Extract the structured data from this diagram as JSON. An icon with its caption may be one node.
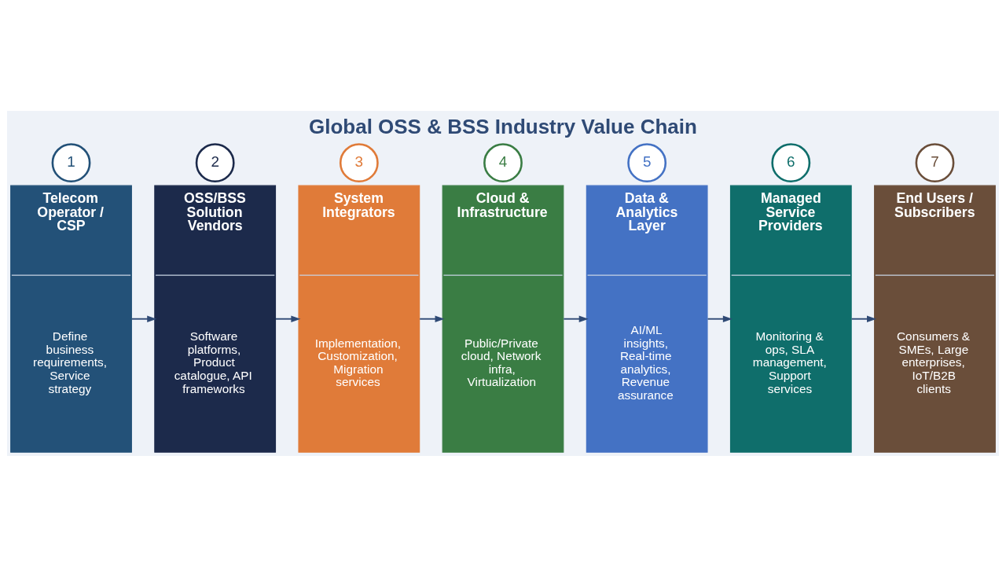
{
  "diagram": {
    "title": "Global OSS & BSS Industry Value Chain",
    "nodes": [
      {
        "text": [
          "1"
        ]
      },
      {
        "text": [
          "Telecom Operator / CSP",
          "Define business requirements, Service strategy"
        ]
      },
      {
        "text": [
          "2"
        ]
      },
      {
        "text": [
          "OSS/BSS Solution Vendors",
          "Software platforms, Product catalogue, API frameworks"
        ]
      },
      {
        "text": [
          "3"
        ]
      },
      {
        "text": [
          "System Integrators",
          "Implementation, Customization, Migration services"
        ]
      },
      {
        "text": [
          "4"
        ]
      },
      {
        "text": [
          "Cloud & Infrastructure",
          "Public/Private cloud, Network infra, Virtualization"
        ]
      },
      {
        "text": [
          "5"
        ]
      },
      {
        "text": [
          "Data & Analytics Layer",
          "AI/ML insights, Real-time analytics, Revenue assurance"
        ]
      },
      {
        "text": [
          "6"
        ]
      },
      {
        "text": [
          "Managed Service Providers",
          "Monitoring & ops, SLA management, Support services"
        ]
      },
      {
        "text": [
          "7"
        ]
      },
      {
        "text": [
          "End Users / Subscribers",
          "Consumers & SMEs, Large enterprises, IoT/B2B clients"
        ]
      }
    ],
    "edges": [
      {
        "from": 1,
        "to": 3,
        "arrow": "to"
      },
      {
        "from": 3,
        "to": 5,
        "arrow": "to"
      },
      {
        "from": 5,
        "to": 7,
        "arrow": "to"
      },
      {
        "from": 7,
        "to": 9,
        "arrow": "to"
      },
      {
        "from": 9,
        "to": 11,
        "arrow": "to"
      },
      {
        "from": 11,
        "to": 13,
        "arrow": "to"
      }
    ]
  }
}
